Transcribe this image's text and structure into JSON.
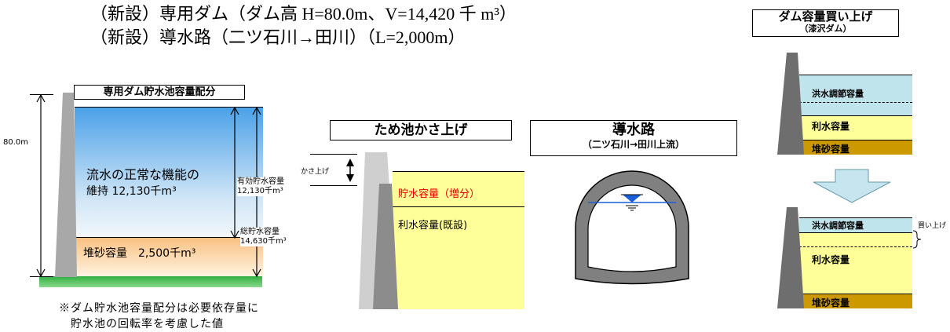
{
  "header": {
    "line1": "（新設）専用ダム（ダム高 H=80.0m、V=14,420 千 m³）",
    "line2": "（新設）導水路（二ツ石川→田川）（L=2,000m）"
  },
  "dam_panel": {
    "title": "専用ダム貯水池容量配分",
    "height_label": "80.0m",
    "upper_label_1": "流水の正常な機能の",
    "upper_label_2": "維持 12,130千m³",
    "lower_label": "堆砂容量　2,500千m³",
    "effective_label_1": "有効貯水容量",
    "effective_label_2": "12,130千m³",
    "total_label_1": "総貯水容量",
    "total_label_2": "14,630千m³",
    "note_1": "※ダム貯水池容量配分は必要依存量に",
    "note_2": "貯水池の回転率を考慮した値"
  },
  "pond_panel": {
    "title": "ため池かさ上げ",
    "raise_label": "かさ上げ",
    "upper_label": "貯水容量（増分）",
    "lower_label": "利水容量(既設)",
    "colors": {
      "upper_text": "#e60000",
      "fill": "#ffff99"
    }
  },
  "tunnel_panel": {
    "title": "導水路",
    "subtitle": "（二ツ石川→田川上流）"
  },
  "buyout_panel": {
    "title": "ダム容量買い上げ",
    "subtitle": "（漆沢ダム）",
    "before": {
      "flood": "洪水調節容量",
      "water": "利水容量",
      "sediment": "堆砂容量"
    },
    "after": {
      "flood": "洪水調節容量",
      "water": "利水容量",
      "sediment": "堆砂容量"
    },
    "buy_label": "買い上げ",
    "colors": {
      "flood": "#bfe4ec",
      "water": "#ffff99",
      "sediment": "#cc9900",
      "arrow": "#c6e5ee"
    }
  }
}
